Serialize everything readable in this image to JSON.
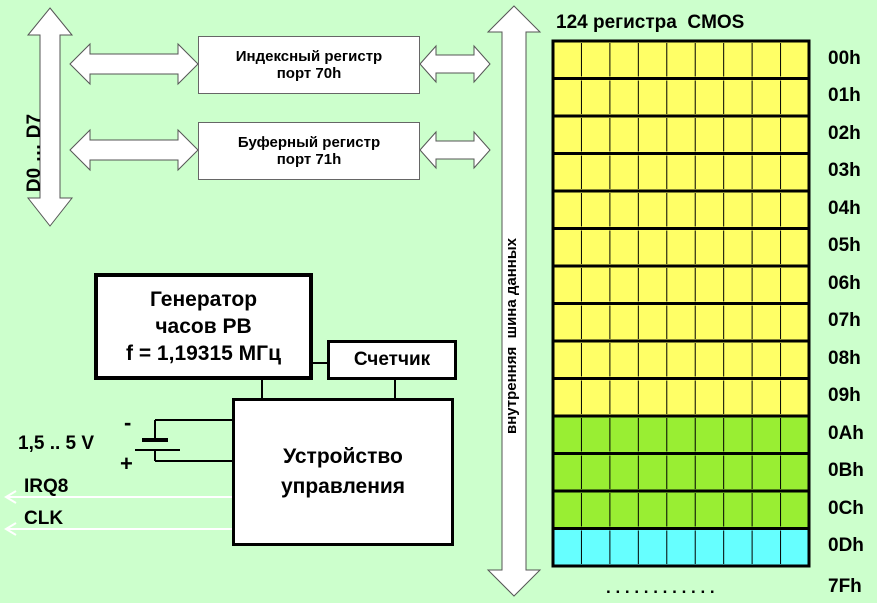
{
  "title": "124 регистра  CMOS",
  "data_bus_left": "D0 … D7",
  "internal_bus": "внутренняя  шина данных",
  "index_register": {
    "line1": "Индексный регистр",
    "line2": "порт 70h"
  },
  "buffer_register": {
    "line1": "Буферный регистр",
    "line2": "порт 71h"
  },
  "generator": {
    "line1": "Генератор",
    "line2": "часов РВ",
    "line3": "f = 1,19315 МГц"
  },
  "counter": "Счетчик",
  "control_unit": {
    "line1": "Устройство",
    "line2": "управления"
  },
  "battery": {
    "voltage": "1,5 .. 5 V",
    "minus": "-",
    "plus": "+"
  },
  "signals": {
    "irq": "IRQ8",
    "clk": "CLK"
  },
  "registers": [
    {
      "label": "00h",
      "color": "#ffff66"
    },
    {
      "label": "01h",
      "color": "#ffff66"
    },
    {
      "label": "02h",
      "color": "#ffff66"
    },
    {
      "label": "03h",
      "color": "#ffff66"
    },
    {
      "label": "04h",
      "color": "#ffff66"
    },
    {
      "label": "05h",
      "color": "#ffff66"
    },
    {
      "label": "06h",
      "color": "#ffff66"
    },
    {
      "label": "07h",
      "color": "#ffff66"
    },
    {
      "label": "08h",
      "color": "#ffff66"
    },
    {
      "label": "09h",
      "color": "#ffff66"
    },
    {
      "label": "0Ah",
      "color": "#99ee33"
    },
    {
      "label": "0Bh",
      "color": "#99ee33"
    },
    {
      "label": "0Ch",
      "color": "#99ee33"
    },
    {
      "label": "0Dh",
      "color": "#66ffff"
    }
  ],
  "last_register": "7Fh",
  "ellipsis": ". . . . . . . . . . . ."
}
